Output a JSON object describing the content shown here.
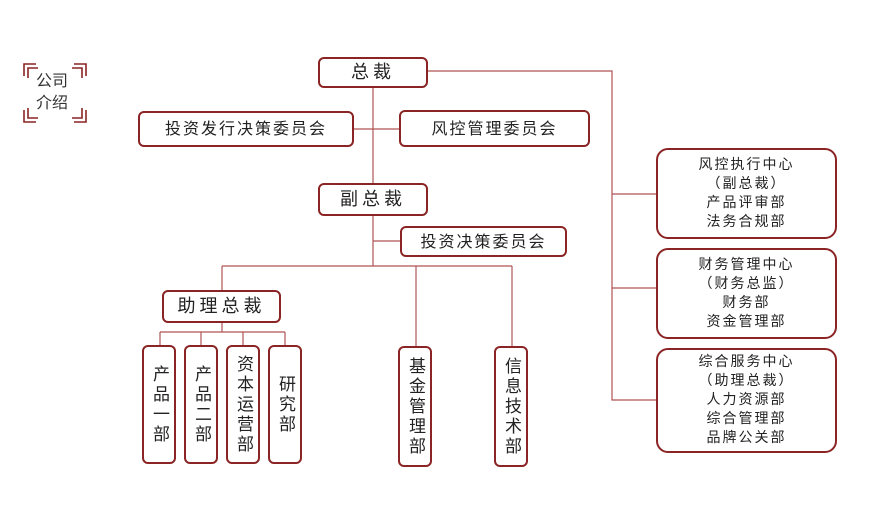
{
  "logo": {
    "line1": "公司",
    "line2": "介绍"
  },
  "nodes": {
    "president": "总裁",
    "invest_issue_committee": "投资发行决策委员会",
    "risk_committee": "风控管理委员会",
    "vp": "副总裁",
    "invest_committee": "投资决策委员会",
    "assistant_president": "助理总裁",
    "product1": "产品一部",
    "product2": "产品二部",
    "capital_ops": "资本运营部",
    "research": "研究部",
    "fund_mgmt": "基金管理部",
    "it_dept": "信息技术部"
  },
  "centers": {
    "risk": [
      "风控执行中心",
      "（副总裁）",
      "产品评审部",
      "法务合规部"
    ],
    "finance": [
      "财务管理中心",
      "（财务总监）",
      "财务部",
      "资金管理部"
    ],
    "service": [
      "综合服务中心",
      "（助理总裁）",
      "人力资源部",
      "综合管理部",
      "品牌公关部"
    ]
  },
  "colors": {
    "line": "#b05555",
    "border": "#8b2424"
  }
}
